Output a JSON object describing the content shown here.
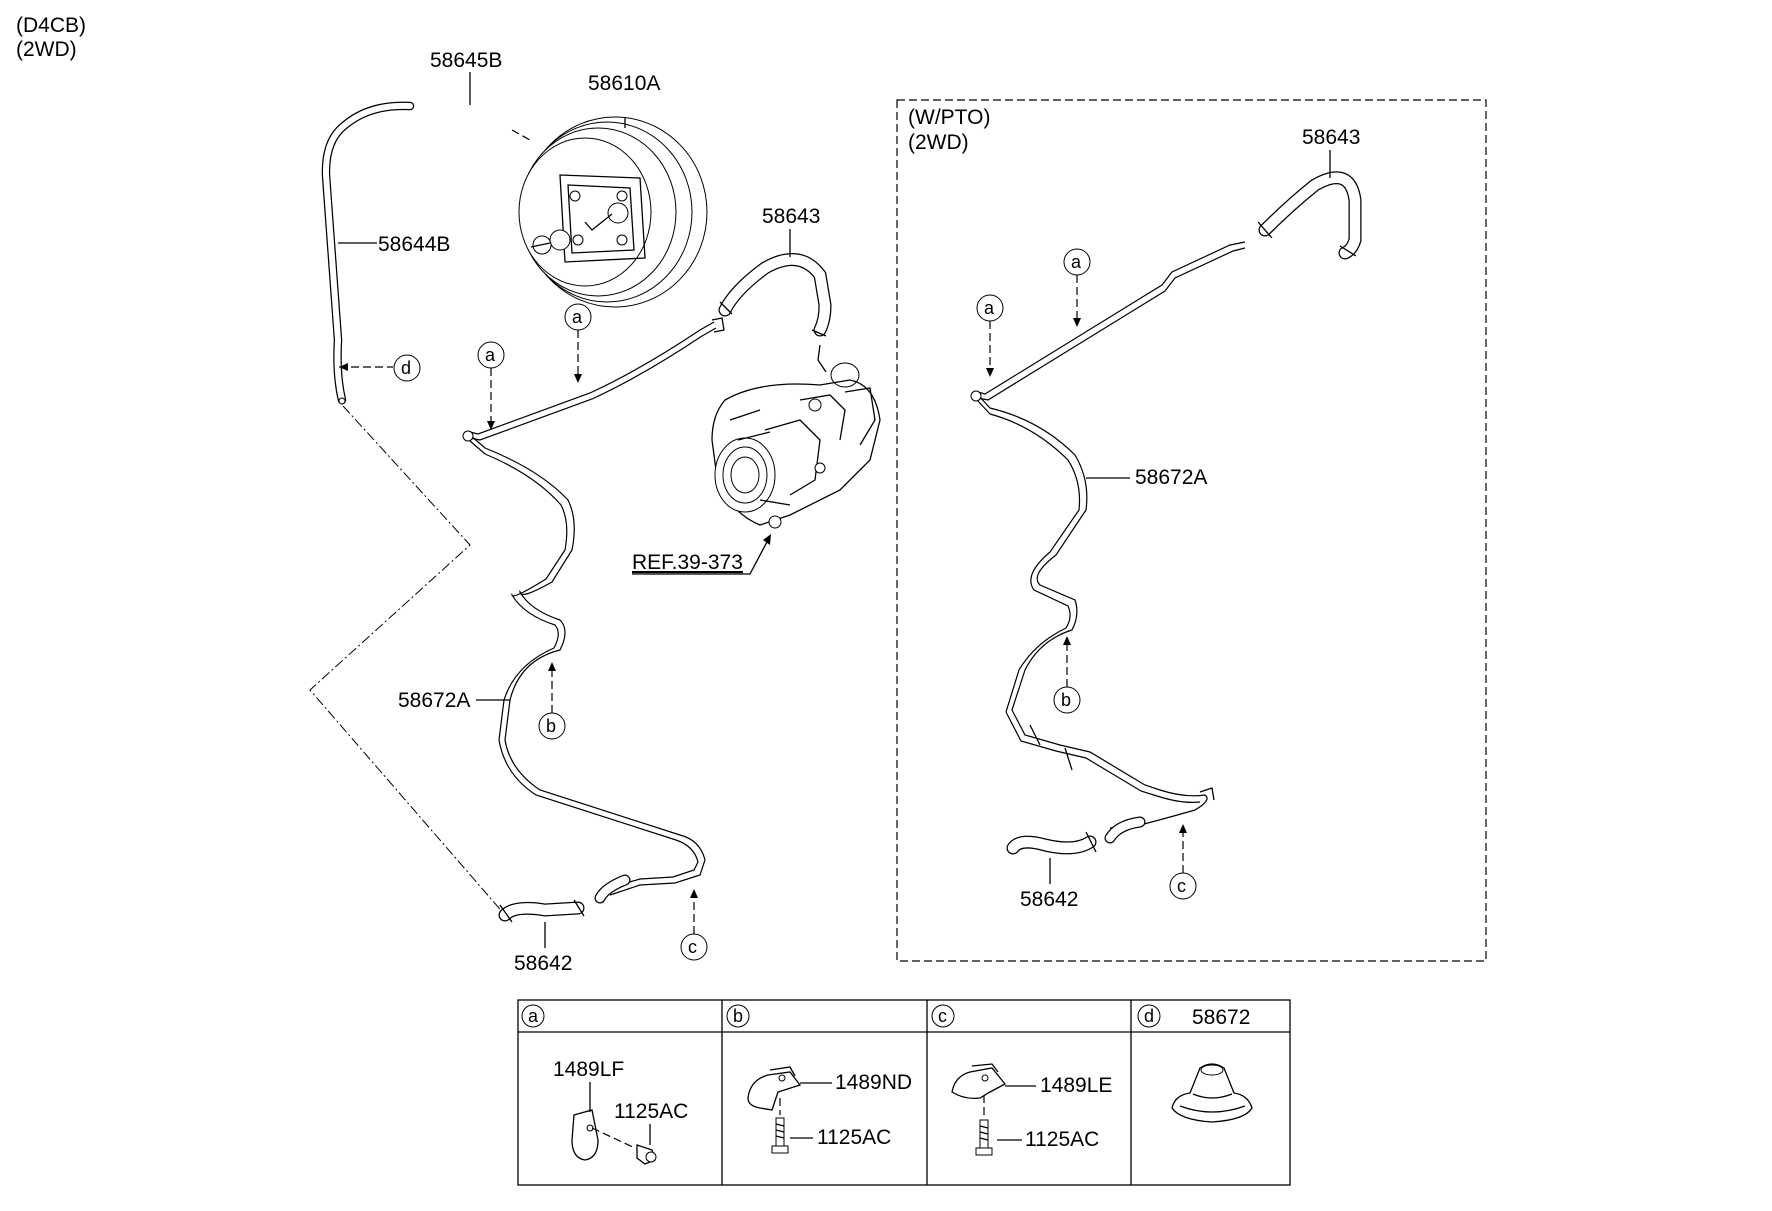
{
  "header": {
    "engine": "(D4CB)",
    "drive": "(2WD)"
  },
  "main": {
    "parts": {
      "hose_58645b": "58645B",
      "booster_58610a": "58610A",
      "hose_58644b": "58644B",
      "hose_58643": "58643",
      "pipe_58672a": "58672A",
      "hose_58642": "58642",
      "ref": "REF.39-373"
    },
    "callouts": {
      "a": "a",
      "b": "b",
      "c": "c",
      "d": "d"
    }
  },
  "inset": {
    "title": "(W/PTO)",
    "drive": "(2WD)",
    "parts": {
      "hose_58643": "58643",
      "pipe_58672a": "58672A",
      "hose_58642": "58642"
    }
  },
  "legend": {
    "cells": [
      {
        "key": "a",
        "header_part": "",
        "part1": "1489LF",
        "part2": "1125AC"
      },
      {
        "key": "b",
        "header_part": "",
        "part1": "1489ND",
        "part2": "1125AC"
      },
      {
        "key": "c",
        "header_part": "",
        "part1": "1489LE",
        "part2": "1125AC"
      },
      {
        "key": "d",
        "header_part": "58672",
        "part1": "",
        "part2": ""
      }
    ]
  }
}
